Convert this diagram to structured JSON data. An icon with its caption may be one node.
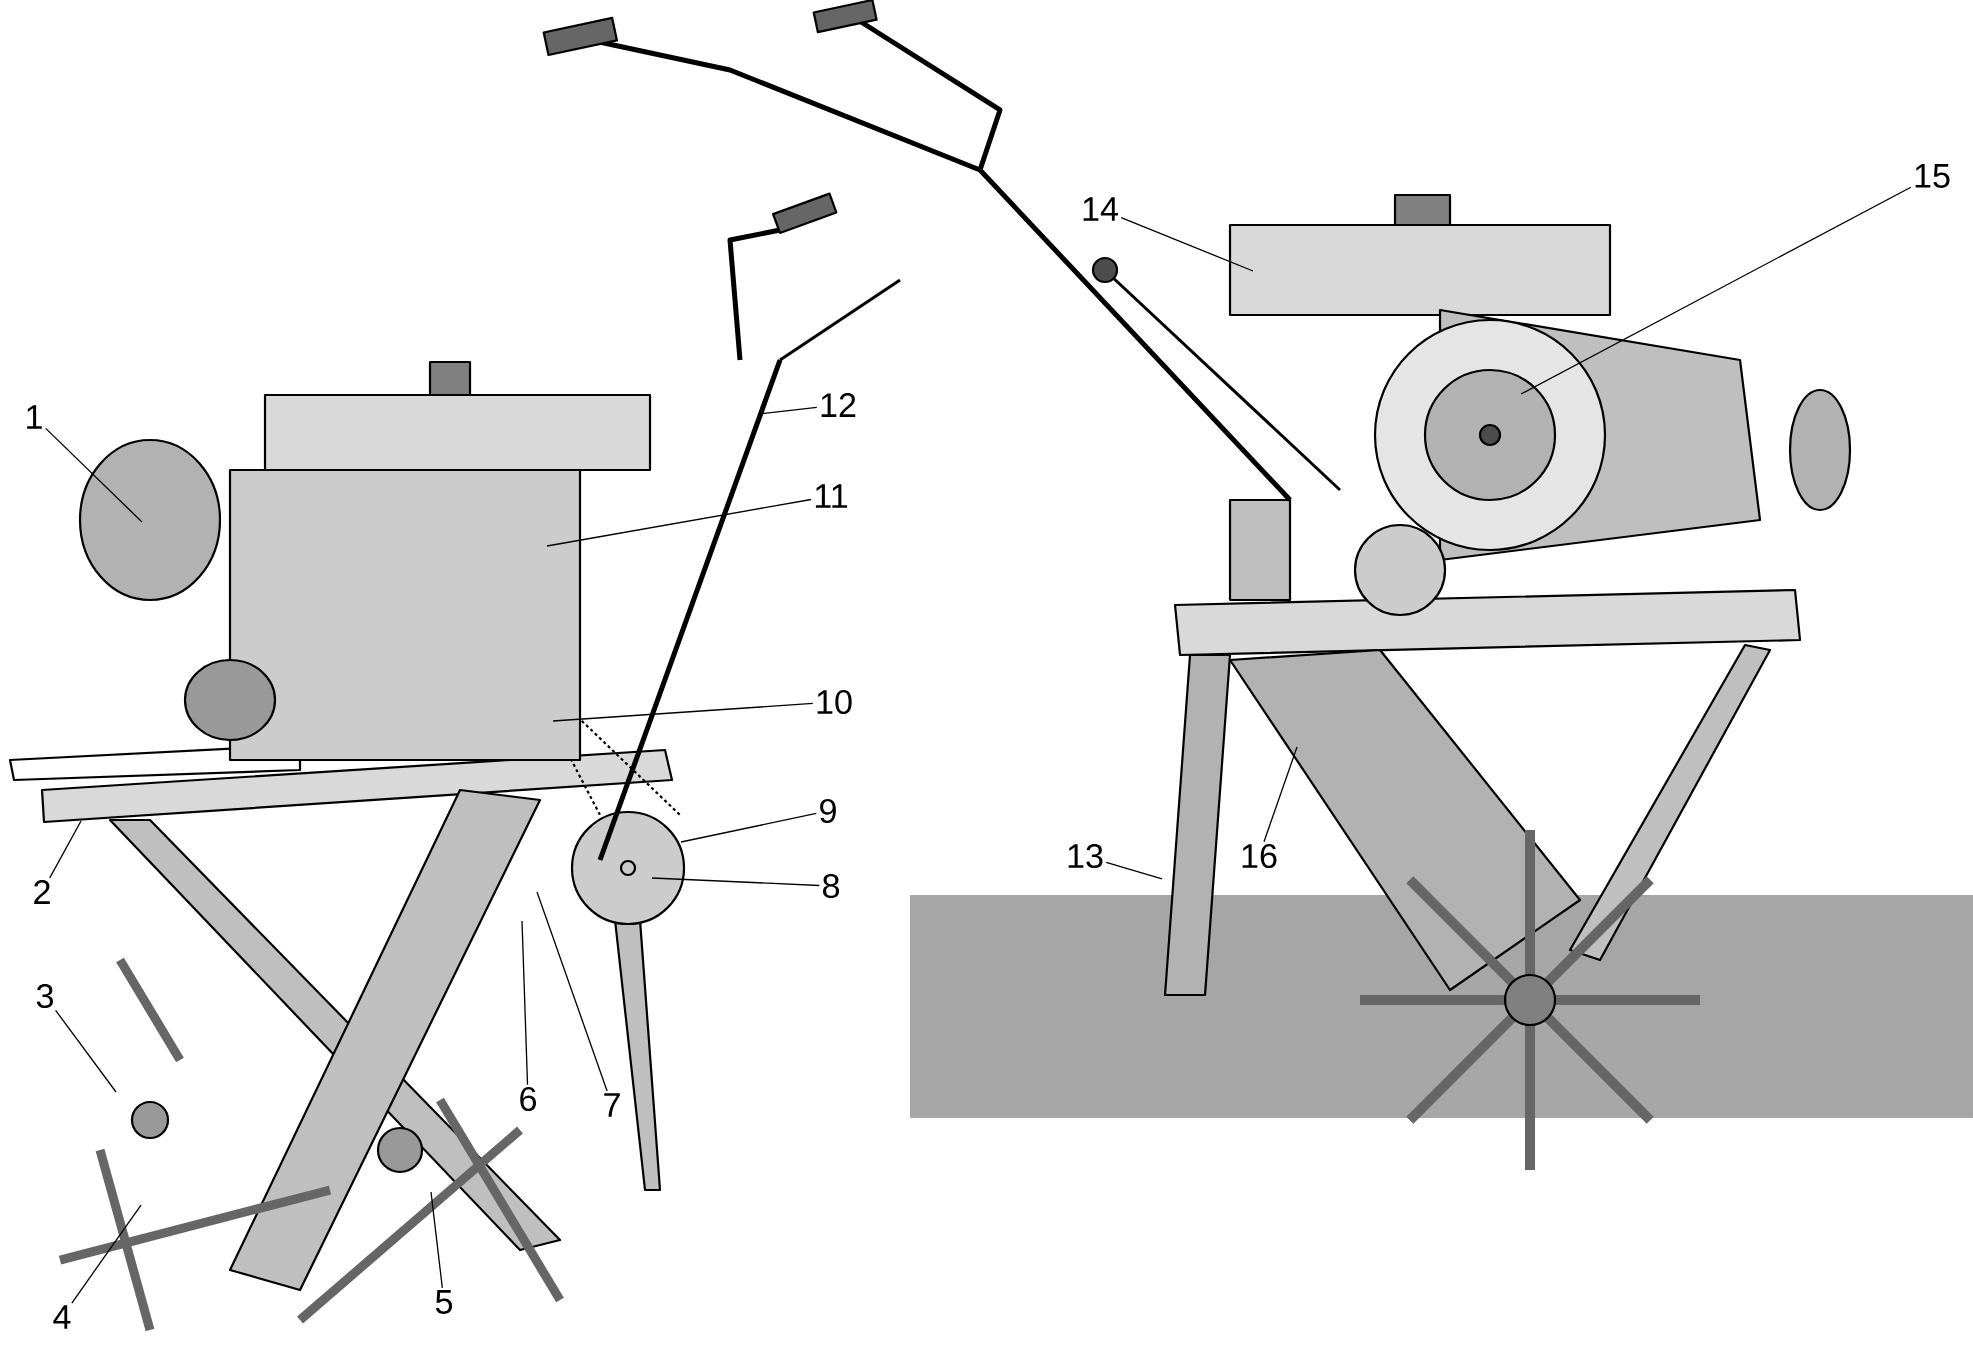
{
  "diagram": {
    "nodes": [
      {
        "text": [
          "1"
        ]
      },
      {
        "text": [
          "2"
        ]
      },
      {
        "text": [
          "3"
        ]
      },
      {
        "text": [
          "4"
        ]
      },
      {
        "text": [
          "5"
        ]
      },
      {
        "text": [
          "6"
        ]
      },
      {
        "text": [
          "7"
        ]
      },
      {
        "text": [
          "8"
        ]
      },
      {
        "text": [
          "9"
        ]
      },
      {
        "text": [
          "10"
        ]
      },
      {
        "text": [
          "11"
        ]
      },
      {
        "text": [
          "12"
        ]
      },
      {
        "text": [
          "13"
        ]
      },
      {
        "text": [
          "14"
        ]
      },
      {
        "text": [
          "15"
        ]
      },
      {
        "text": [
          "16"
        ]
      }
    ],
    "edges": [
      {
        "from": 0,
        "to": null,
        "arrow": "none"
      },
      {
        "from": 1,
        "to": null,
        "arrow": "none"
      },
      {
        "from": 2,
        "to": null,
        "arrow": "none"
      },
      {
        "from": 3,
        "to": null,
        "arrow": "none"
      },
      {
        "from": 4,
        "to": null,
        "arrow": "none"
      },
      {
        "from": 5,
        "to": null,
        "arrow": "none"
      },
      {
        "from": 6,
        "to": null,
        "arrow": "none"
      },
      {
        "from": 7,
        "to": null,
        "arrow": "none"
      },
      {
        "from": 8,
        "to": null,
        "arrow": "none"
      },
      {
        "from": 9,
        "to": null,
        "arrow": "none"
      },
      {
        "from": 10,
        "to": null,
        "arrow": "none"
      },
      {
        "from": 11,
        "to": null,
        "arrow": "none"
      },
      {
        "from": 12,
        "to": null,
        "arrow": "none"
      },
      {
        "from": 13,
        "to": null,
        "arrow": "none"
      },
      {
        "from": 14,
        "to": null,
        "arrow": "none"
      },
      {
        "from": 15,
        "to": null,
        "arrow": "none"
      }
    ]
  }
}
